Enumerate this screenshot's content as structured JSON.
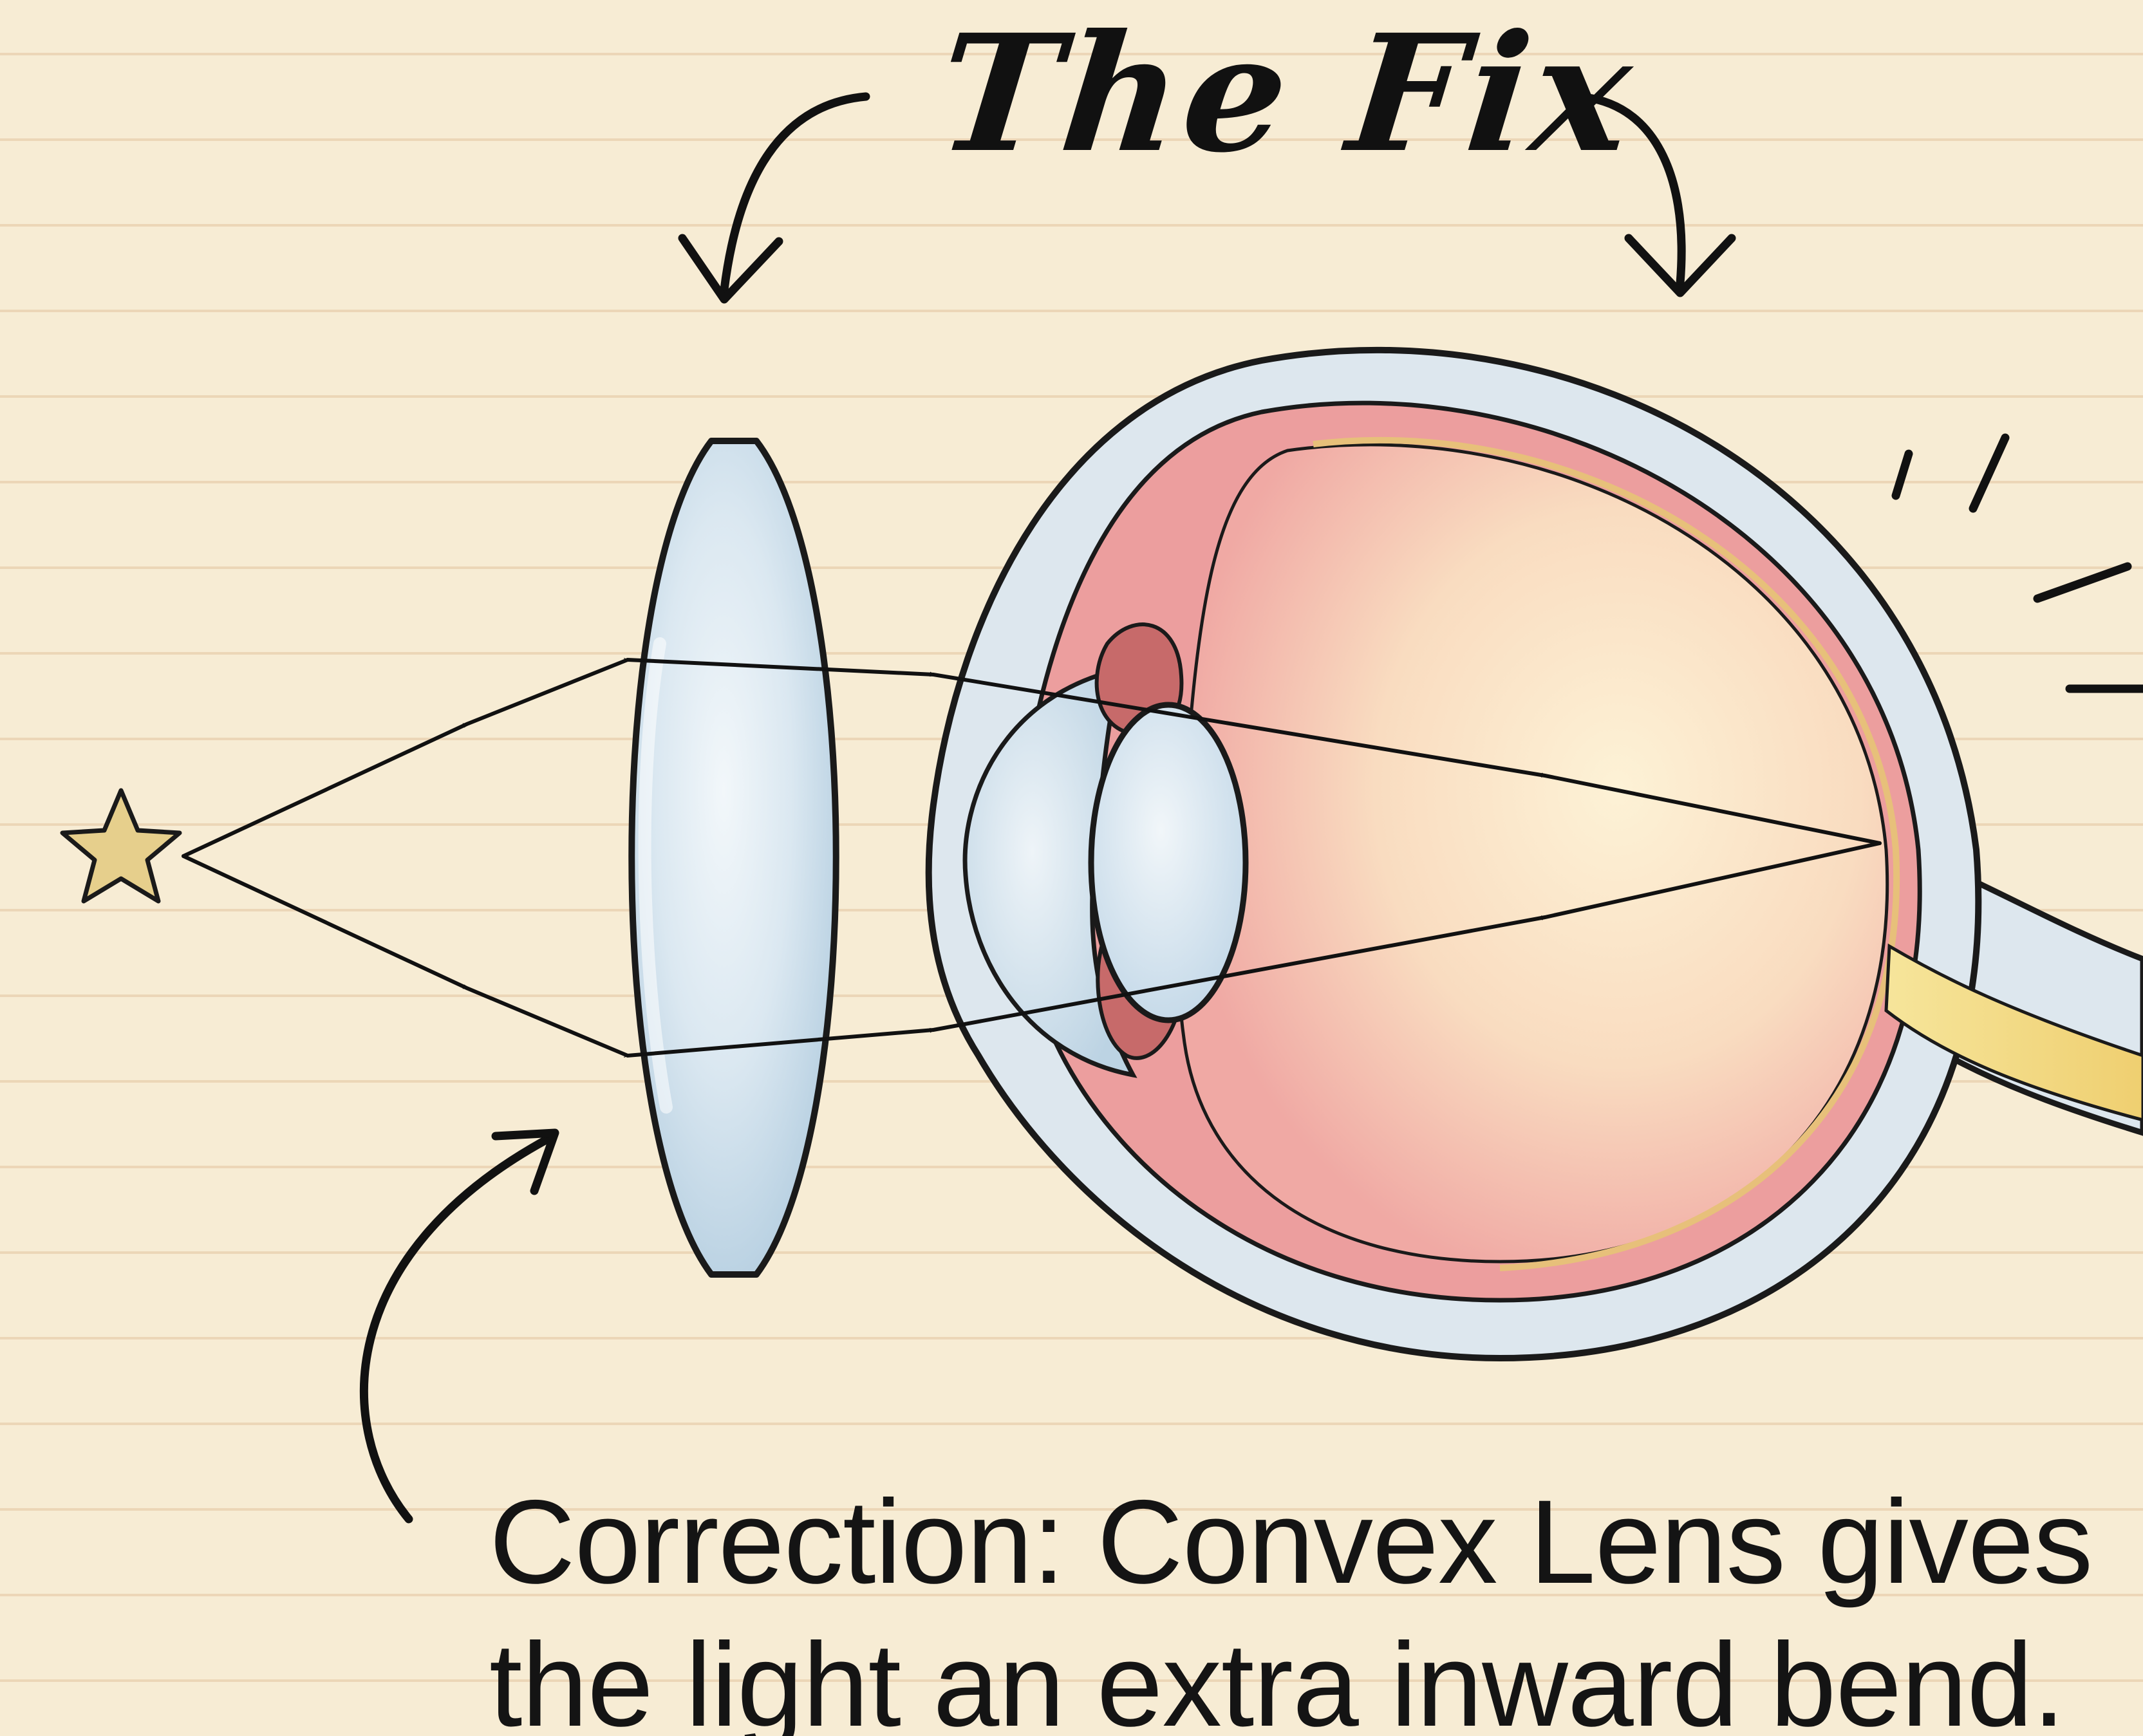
{
  "diagram": {
    "title": "The Fix",
    "caption": {
      "line1": "Correction: Convex Lens gives",
      "line2": "the light an extra inward bend."
    }
  },
  "colors": {
    "paper": "#f7ecd4",
    "rule_line": "#ecd6b7",
    "ink": "#111111",
    "lens_glass": "#cfe0ec",
    "star_fill": "#e6cf8c",
    "sclera": "#dde7ee",
    "choroid": "#ec9e9e",
    "eye_interior": "#fbe4c6",
    "iris": "#c76a6a",
    "retina_line": "#e7c07a",
    "optic_nerve": "#f2d882"
  },
  "icons": [
    "star-icon",
    "convex-lens",
    "eyeball",
    "curved-arrow-icon",
    "emphasis-marks"
  ]
}
